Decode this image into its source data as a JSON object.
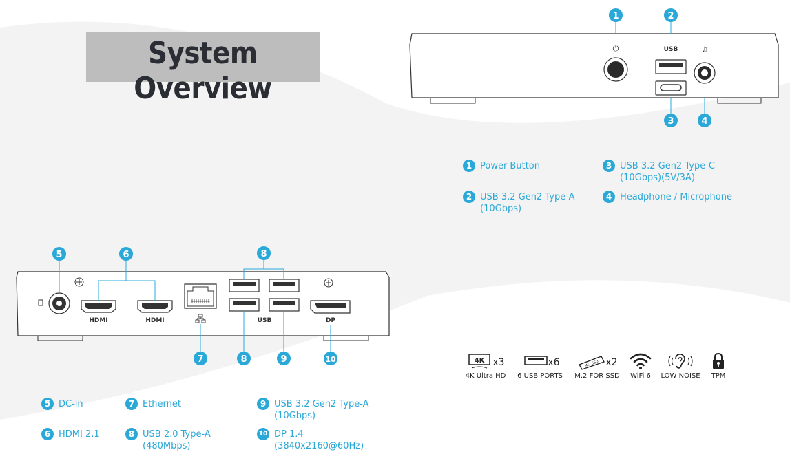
{
  "title": "System Overview",
  "front": {
    "port_labels": {
      "usb": "USB"
    },
    "callouts": [
      "1",
      "2",
      "3",
      "4"
    ]
  },
  "rear": {
    "port_labels": {
      "hdmi_1": "HDMI",
      "hdmi_2": "HDMI",
      "usb": "USB",
      "dp": "DP"
    },
    "callouts": [
      "5",
      "6",
      "7",
      "8",
      "8",
      "9",
      "10"
    ]
  },
  "front_legend": [
    {
      "num": "1",
      "text": "Power Button"
    },
    {
      "num": "2",
      "text": "USB 3.2 Gen2 Type-A\n(10Gbps)"
    },
    {
      "num": "3",
      "text": "USB 3.2 Gen2 Type-C\n(10Gbps)(5V/3A)"
    },
    {
      "num": "4",
      "text": "Headphone / Microphone"
    }
  ],
  "rear_legend": [
    {
      "num": "5",
      "text": "DC-in"
    },
    {
      "num": "6",
      "text": "HDMI 2.1"
    },
    {
      "num": "7",
      "text": "Ethernet"
    },
    {
      "num": "8",
      "text": "USB 2.0 Type-A\n(480Mbps)"
    },
    {
      "num": "9",
      "text": "USB 3.2 Gen2 Type-A\n(10Gbps)"
    },
    {
      "num": "10",
      "text": "DP 1.4\n(3840x2160@60Hz)"
    }
  ],
  "features": [
    {
      "icon": "4k-icon",
      "badge": "4K",
      "count": "x3",
      "label": "4K Ultra HD"
    },
    {
      "icon": "usb-port-icon",
      "count": "x6",
      "label": "6 USB PORTS"
    },
    {
      "icon": "ssd-icon",
      "badge": "M.2 SSD",
      "count": "x2",
      "label": "M.2 FOR SSD"
    },
    {
      "icon": "wifi-icon",
      "label": "WiFi 6"
    },
    {
      "icon": "ear-icon",
      "label": "LOW NOISE"
    },
    {
      "icon": "lock-icon",
      "label": "TPM"
    }
  ],
  "colors": {
    "accent": "#2aa8d8",
    "title_bg": "#bdbdbd",
    "wave": "#f2f2f2"
  }
}
